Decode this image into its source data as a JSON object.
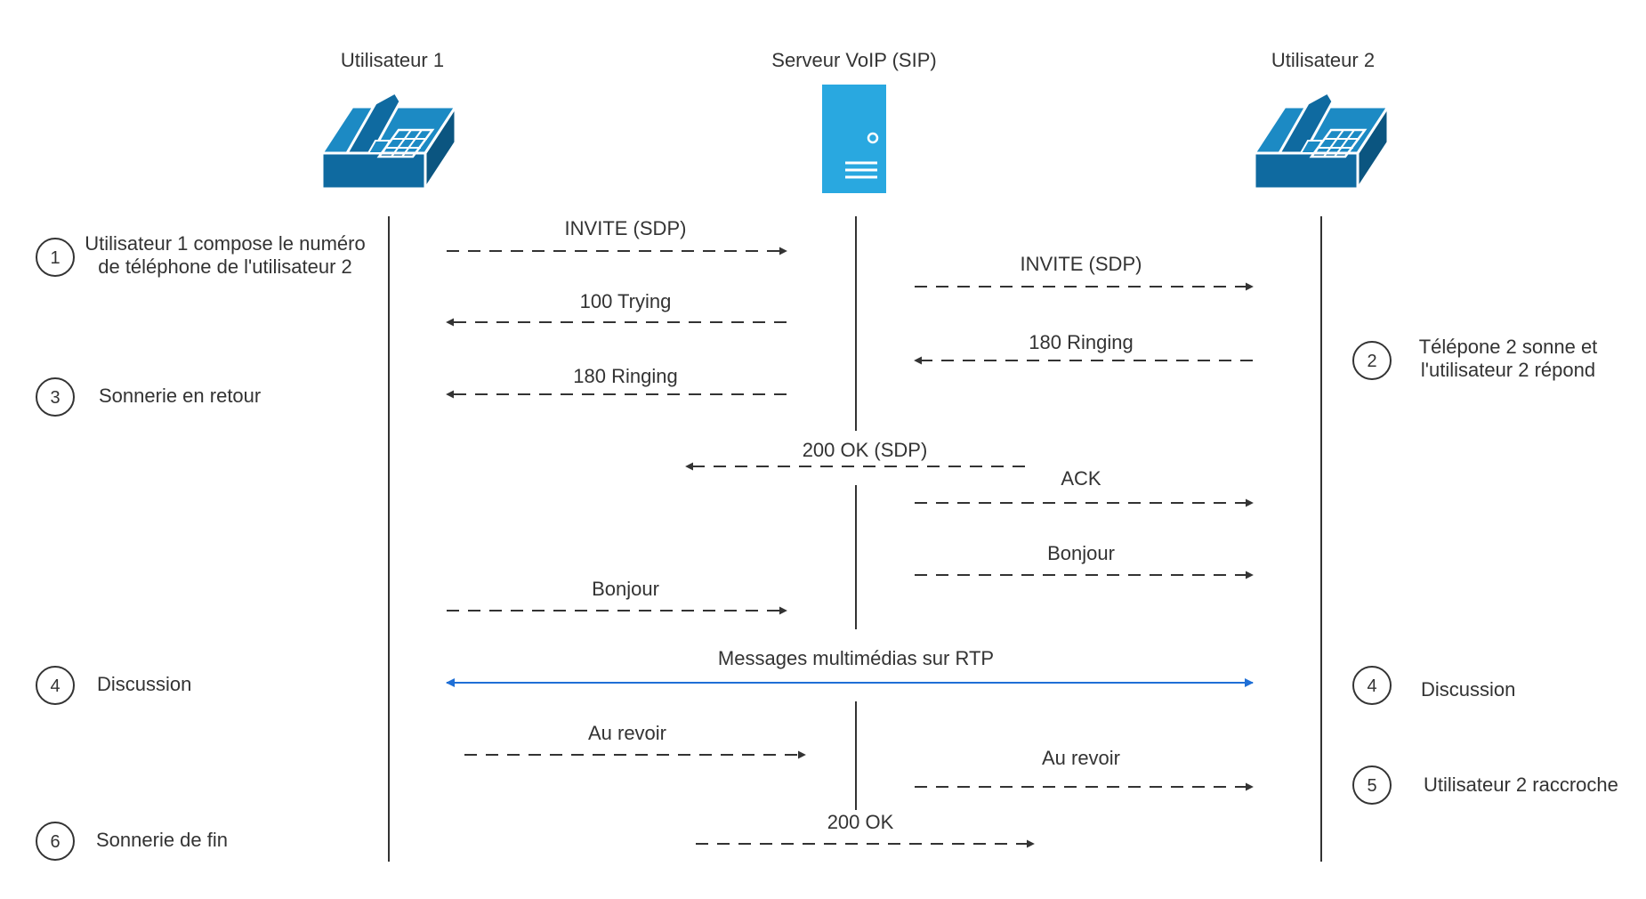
{
  "colors": {
    "line": "#333333",
    "rtp": "#1f6fd6",
    "phone_fill": "#0f6aa0",
    "phone_top": "#1c8ac4",
    "server_fill": "#29a8e0"
  },
  "actors": [
    {
      "id": "u1",
      "label": "Utilisateur 1",
      "icon": "desk-phone-icon"
    },
    {
      "id": "srv",
      "label": "Serveur VoIP (SIP)",
      "icon": "server-icon"
    },
    {
      "id": "u2",
      "label": "Utilisateur 2",
      "icon": "desk-phone-icon"
    }
  ],
  "messages": [
    {
      "label": "INVITE (SDP)",
      "from": "u1",
      "to": "srv"
    },
    {
      "label": "INVITE (SDP)",
      "from": "srv",
      "to": "u2"
    },
    {
      "label": "100 Trying",
      "from": "srv",
      "to": "u1"
    },
    {
      "label": "180 Ringing",
      "from": "u2",
      "to": "srv"
    },
    {
      "label": "180 Ringing",
      "from": "srv",
      "to": "u1"
    },
    {
      "label": "200 OK (SDP)",
      "from": "u2",
      "to": "u1"
    },
    {
      "label": "ACK",
      "from": "srv",
      "to": "u2"
    },
    {
      "label": "Bonjour",
      "from": "srv",
      "to": "u2"
    },
    {
      "label": "Bonjour",
      "from": "u1",
      "to": "srv"
    },
    {
      "label": "Messages multimédias sur RTP",
      "from": "u1",
      "to": "u2",
      "bidirectional": true
    },
    {
      "label": "Au revoir",
      "from": "u1",
      "to": "srv"
    },
    {
      "label": "Au revoir",
      "from": "srv",
      "to": "u2"
    },
    {
      "label": "200 OK",
      "from": "u1",
      "to": "u2"
    }
  ],
  "notes": [
    {
      "num": "1",
      "lines": [
        "Utilisateur 1 compose le numéro",
        "de téléphone de l'utilisateur 2"
      ]
    },
    {
      "num": "3",
      "lines": [
        "Sonnerie en retour"
      ]
    },
    {
      "num": "4",
      "lines": [
        "Discussion"
      ]
    },
    {
      "num": "6",
      "lines": [
        "Sonnerie de fin"
      ]
    },
    {
      "num": "2",
      "lines": [
        "Télépone 2 sonne et",
        "l'utilisateur 2 répond"
      ]
    },
    {
      "num": "4",
      "lines": [
        "Discussion"
      ]
    },
    {
      "num": "5",
      "lines": [
        "Utilisateur 2 raccroche"
      ]
    }
  ]
}
